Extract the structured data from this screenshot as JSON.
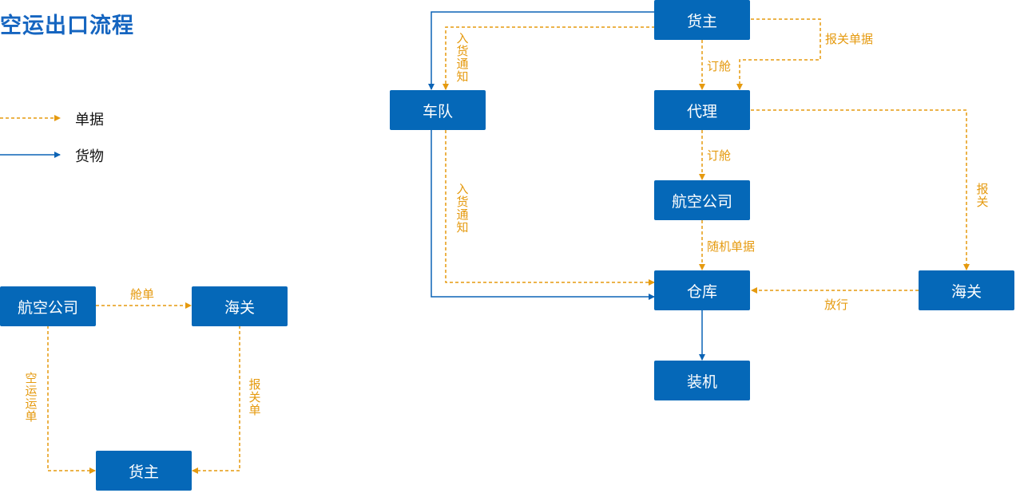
{
  "title": "空运出口流程",
  "legend": {
    "doc_label": "单据",
    "goods_label": "货物"
  },
  "colors": {
    "node": "#0568b8",
    "goods_line": "#0b63b5",
    "doc_line": "#e59a0f"
  },
  "left_flow": {
    "nodes": {
      "airline": "航空公司",
      "customs": "海关",
      "shipper": "货主"
    },
    "edges": {
      "manifest": "舱单",
      "air_waybill": "空运运单",
      "declaration_docs": "报关单"
    }
  },
  "right_flow": {
    "nodes": {
      "shipper": "货主",
      "fleet": "车队",
      "agent": "代理",
      "airline": "航空公司",
      "warehouse": "仓库",
      "customs": "海关",
      "loading": "装机"
    },
    "edges": {
      "arrival_notice_top": "入货通知",
      "booking_1": "订舱",
      "customs_docs": "报关单据",
      "booking_2": "订舱",
      "arrival_notice_mid": "入货通知",
      "declare": "报关",
      "flight_docs": "随机单据",
      "release": "放行"
    }
  }
}
